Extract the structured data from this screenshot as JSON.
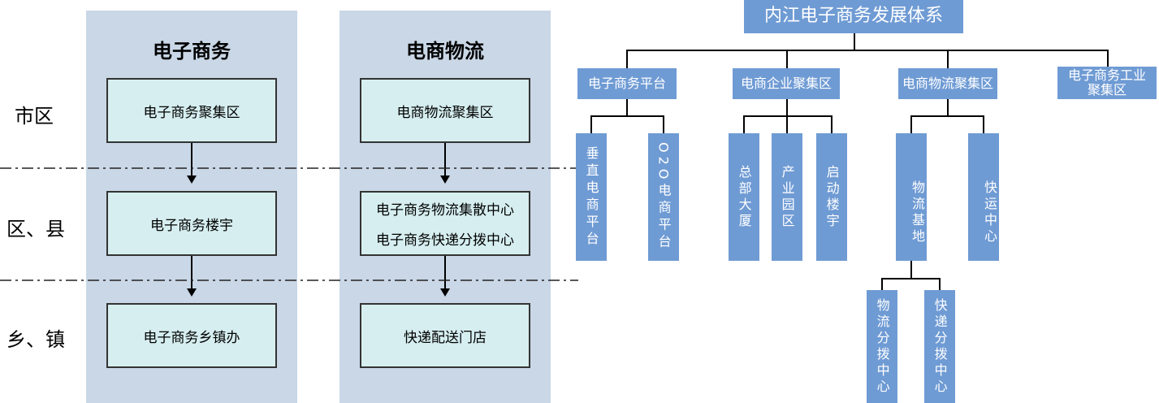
{
  "left": {
    "rows": [
      "市区",
      "区、县",
      "乡、镇"
    ],
    "columns": [
      {
        "title": "电子商务",
        "boxes": [
          [
            "电子商务聚集区"
          ],
          [
            "电子商务楼宇"
          ],
          [
            "电子商务乡镇办"
          ]
        ]
      },
      {
        "title": "电商物流",
        "boxes": [
          [
            "电商物流聚集区"
          ],
          [
            "电子商务物流集散中心",
            "电子商务快递分拨中心"
          ],
          [
            "快递配送门店"
          ]
        ]
      }
    ]
  },
  "org": {
    "root": "内江电子商务发展体系",
    "branches": [
      {
        "label": "电子商务平台",
        "children": [
          "垂直电商平台",
          "O2O电商平台"
        ]
      },
      {
        "label": "电商企业聚集区",
        "children": [
          "总部大厦",
          "产业园区",
          "启动楼宇"
        ]
      },
      {
        "label": "电商物流聚集区",
        "children": [
          "物流基地",
          "快运中心"
        ],
        "grandchildren": [
          "物流分拨中心",
          "快递分拨中心"
        ]
      },
      {
        "label": "电子商务工业聚集区"
      }
    ]
  },
  "colors": {
    "panel": "#c9d7e6",
    "inner_box": "#d6eef0",
    "org_box": "#6f9bd4"
  }
}
